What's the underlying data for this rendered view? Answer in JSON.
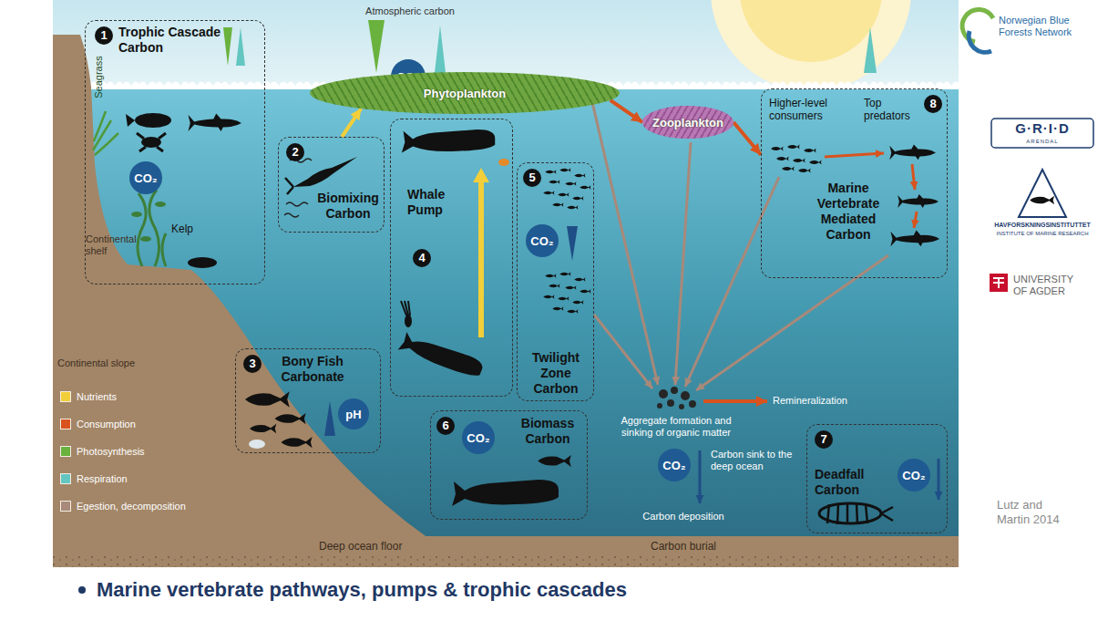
{
  "diagram": {
    "caption": "Marine vertebrate pathways, pumps & trophic cascades",
    "nodes": [
      {
        "text": [
          "1",
          "Trophic Cascade Carbon"
        ]
      },
      {
        "text": [
          "CO₂"
        ],
        "in": 0
      },
      {
        "text": [
          "CO₂"
        ]
      },
      {
        "text": [
          "Phytoplankton"
        ]
      },
      {
        "text": [
          "2",
          "Biomixing Carbon"
        ]
      },
      {
        "text": [
          "Whale Pump",
          "4"
        ]
      },
      {
        "text": [
          "3",
          "Bony Fish Carbonate"
        ]
      },
      {
        "text": [
          "pH"
        ],
        "in": 6
      },
      {
        "text": [
          "5",
          "Twilight Zone Carbon"
        ]
      },
      {
        "text": [
          "CO₂"
        ],
        "in": 8
      },
      {
        "text": [
          "6",
          "Biomass Carbon"
        ]
      },
      {
        "text": [
          "CO₂"
        ],
        "in": 10
      },
      {
        "text": [
          "Zooplankton"
        ]
      },
      {
        "text": [
          "8",
          "Higher-level consumers",
          "Top predators",
          "Marine Vertebrate Mediated Carbon"
        ]
      },
      {
        "text": [
          "CO₂"
        ]
      },
      {
        "text": [
          "7",
          "Deadfall Carbon"
        ]
      },
      {
        "text": [
          "CO₂"
        ],
        "in": 15
      }
    ],
    "edges": [
      {
        "from": 4,
        "to": 3,
        "arrow": "to"
      },
      {
        "from": 3,
        "to": 12,
        "arrow": "to"
      },
      {
        "from": 12,
        "to": 13,
        "arrow": "to"
      }
    ],
    "labels": [
      "Atmospheric carbon",
      "Seagrass",
      "Kelp",
      "Continental shelf",
      "Continental slope",
      "Aggregate formation and sinking of organic matter",
      "Remineralization",
      "Carbon sink to the deep ocean",
      "Carbon deposition",
      "Deep ocean floor",
      "Carbon burial",
      "Norwegian Blue Forests Network",
      "G·R·I·D",
      "ARENDAL",
      "HAVFORSKNINGSINSTITUTTET",
      "INSTITUTE OF MARINE RESEARCH",
      "UNIVERSITY OF AGDER",
      "Lutz and Martin 2014"
    ],
    "legend": [
      {
        "text": "Nutrients",
        "color": "#f2cf3a"
      },
      {
        "text": "Consumption",
        "color": "#d9531e"
      },
      {
        "text": "Photosynthesis",
        "color": "#6ab23e"
      },
      {
        "text": "Respiration",
        "color": "#63c6c1"
      },
      {
        "text": "Egestion, decomposition",
        "color": "#a8897a"
      }
    ]
  }
}
